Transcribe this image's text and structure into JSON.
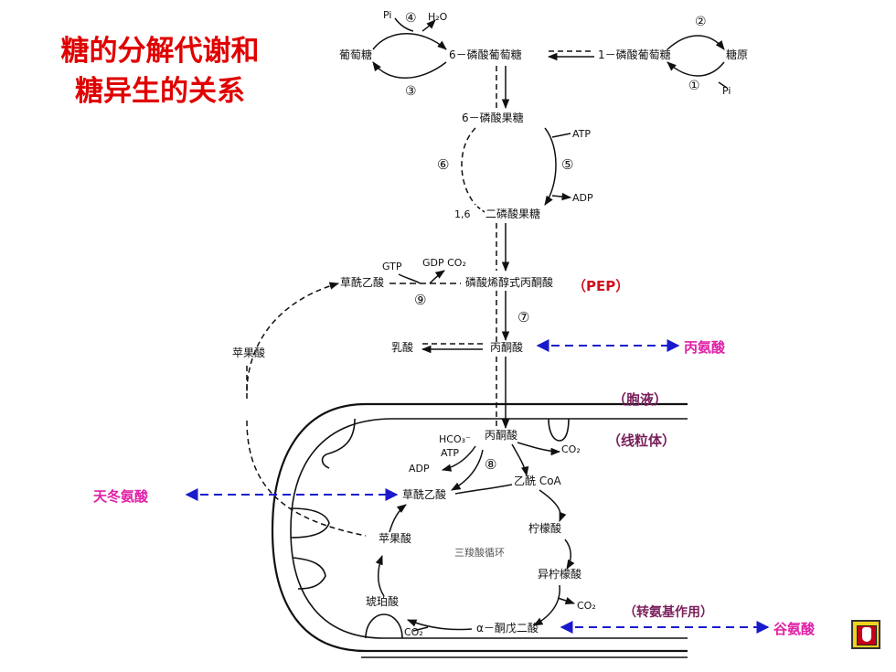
{
  "title": {
    "line1": "糖的分解代谢和",
    "line2": "糖异生的关系"
  },
  "colors": {
    "title": "#e00000",
    "annotation_magenta": "#e020a8",
    "annotation_purple": "#7a1f5c",
    "pep_red": "#d01020",
    "dashed_arrow": "#1a1acc",
    "ink": "#111111"
  },
  "metabolites": {
    "pi_top": "Pi",
    "h2o": "H₂O",
    "glucose": "葡萄糖",
    "g6p": "6－磷酸葡萄糖",
    "g1p": "1－磷酸葡萄糖",
    "glycogen": "糖原",
    "pi_right": "Pi",
    "f6p": "6－磷酸果糖",
    "atp_1": "ATP",
    "adp_1": "ADP",
    "fbp_prefix": "1,6",
    "fbp": "二磷酸果糖",
    "gtp": "GTP",
    "gdp_co2": "GDP CO₂",
    "oaa_cyto": "草酰乙酸",
    "pep": "磷酸烯醇式丙酮酸",
    "pep_abbr": "（PEP）",
    "malate_cyto": "苹果酸",
    "lactate": "乳酸",
    "pyruvate_cyto": "丙酮酸",
    "hco3": "HCO₃⁻",
    "atp_2": "ATP",
    "pyruvate_mito": "丙酮酸",
    "co2_1": "CO₂",
    "adp_2": "ADP",
    "acetyl_coa": "乙酰 CoA",
    "oaa_mito": "草酰乙酸",
    "citrate": "柠檬酸",
    "malate_mito": "苹果酸",
    "tca": "三羧酸循环",
    "isocitrate": "异柠檬酸",
    "succinate": "琥珀酸",
    "co2_2": "CO₂",
    "co2_3": "CO₂",
    "akg": "α－酮戊二酸"
  },
  "steps": [
    "①",
    "②",
    "③",
    "④",
    "⑤",
    "⑥",
    "⑦",
    "⑧",
    "⑨"
  ],
  "annotations": {
    "alanine": "丙氨酸",
    "cytosol": "（胞液）",
    "mitochondria": "（线粒体）",
    "aspartate": "天冬氨酸",
    "transamination": "（转氨基作用）",
    "glutamate": "谷氨酸"
  },
  "nav": {
    "icon": "pointing-hand-icon"
  }
}
